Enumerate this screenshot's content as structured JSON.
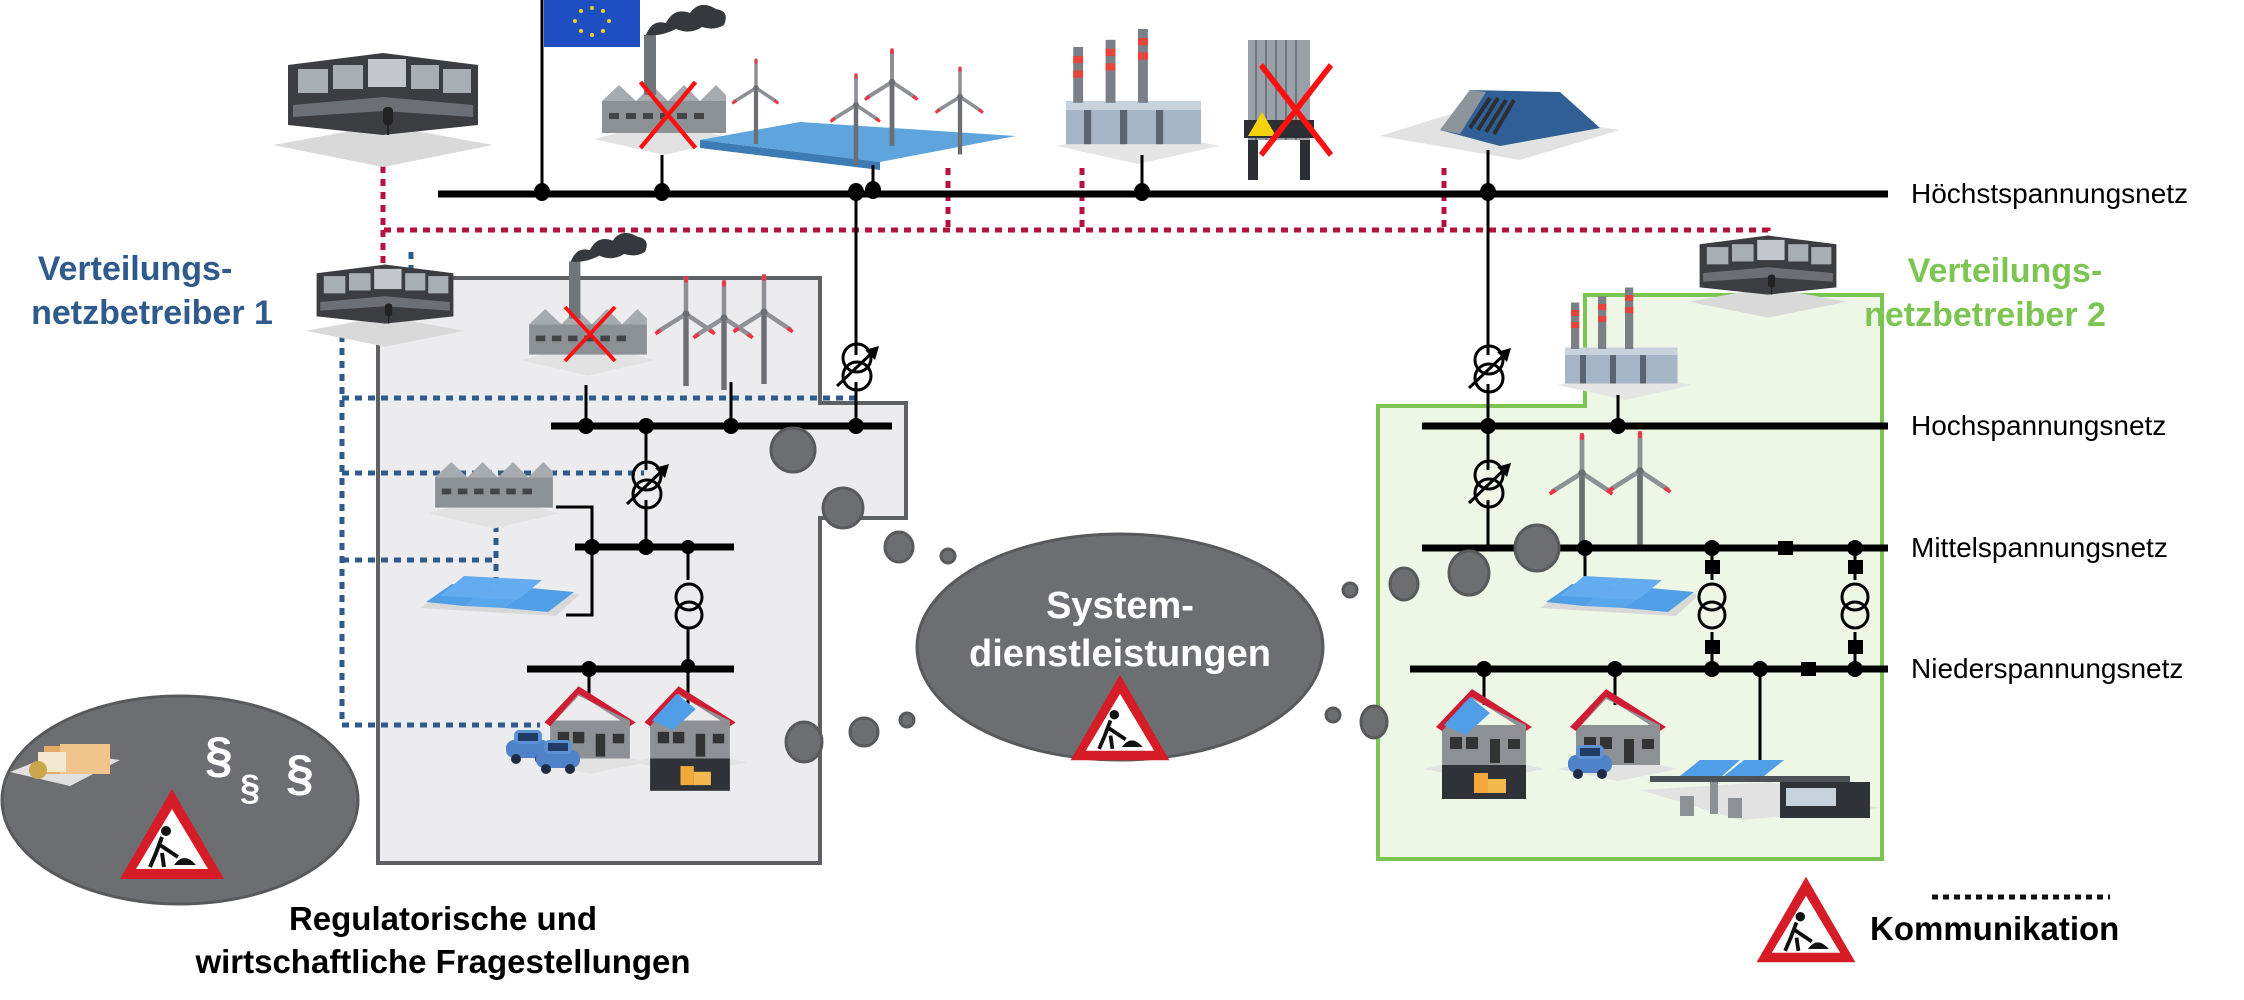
{
  "grid_levels": {
    "extra_high": "Höchstspannungsnetz",
    "high": "Hochspannungsnetz",
    "medium": "Mittelspannungsnetz",
    "low": "Niederspannungsnetz"
  },
  "operators": {
    "dso1": {
      "line1": "Verteilungs-",
      "line2": "netzbetreiber 1",
      "color": "#2f5a8c"
    },
    "dso2": {
      "line1": "Verteilungs-",
      "line2": "netzbetreiber 2",
      "color": "#7cc552"
    }
  },
  "bubbles": {
    "system_services": {
      "line1": "System-",
      "line2": "dienstleistungen"
    },
    "regulatory_symbols": [
      "§",
      "§",
      "§"
    ]
  },
  "captions": {
    "regulatory_line1": "Regulatorische und",
    "regulatory_line2": "wirtschaftliche Fragestellungen"
  },
  "legend": {
    "communication": "Kommunikation",
    "communication_line": "dotted"
  },
  "icons": {
    "eu_flag": "eu-flag-icon",
    "control_center": "control-room-icon",
    "coal_plant": "coal-plant-icon",
    "offshore_wind": "offshore-wind-icon",
    "gas_plant": "gas-plant-icon",
    "nuclear_plant": "nuclear-plant-icon",
    "hydro_plant": "hydro-plant-icon",
    "wind_turbine": "wind-turbine-icon",
    "industry": "factory-icon",
    "solar_park": "solar-park-icon",
    "house": "house-icon",
    "electric_car": "electric-car-icon",
    "charging_station": "charging-station-icon",
    "warning_sign": "construction-warning-icon",
    "money": "money-stack-icon"
  },
  "colors": {
    "communication_red": "#b5123e",
    "communication_blue": "#2f5a8c",
    "dso1_area": "#ececee",
    "dso2_area": "#eef7e6",
    "dso2_border": "#7cc552",
    "bubble_gray": "#6d6e71",
    "cross_red": "#ff1010"
  }
}
